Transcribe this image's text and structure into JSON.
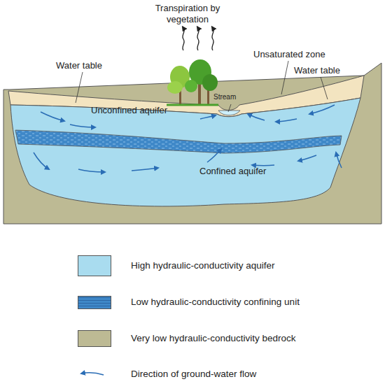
{
  "diagram": {
    "labels": [
      "Transpiration by vegetation",
      "Unsaturated zone",
      "Water table",
      "Water table",
      "Stream",
      "Unconfined aquifer",
      "Confined aquifer"
    ],
    "legend": [
      {
        "text": "High hydraulic-conductivity aquifer",
        "color": "#a9dcef"
      },
      {
        "text": "Low hydraulic-conductivity confining unit",
        "color": "#3f88c8"
      },
      {
        "text": "Very low hydraulic-conductivity bedrock",
        "color": "#bdba94"
      },
      {
        "text": "Direction of ground-water flow"
      }
    ]
  }
}
